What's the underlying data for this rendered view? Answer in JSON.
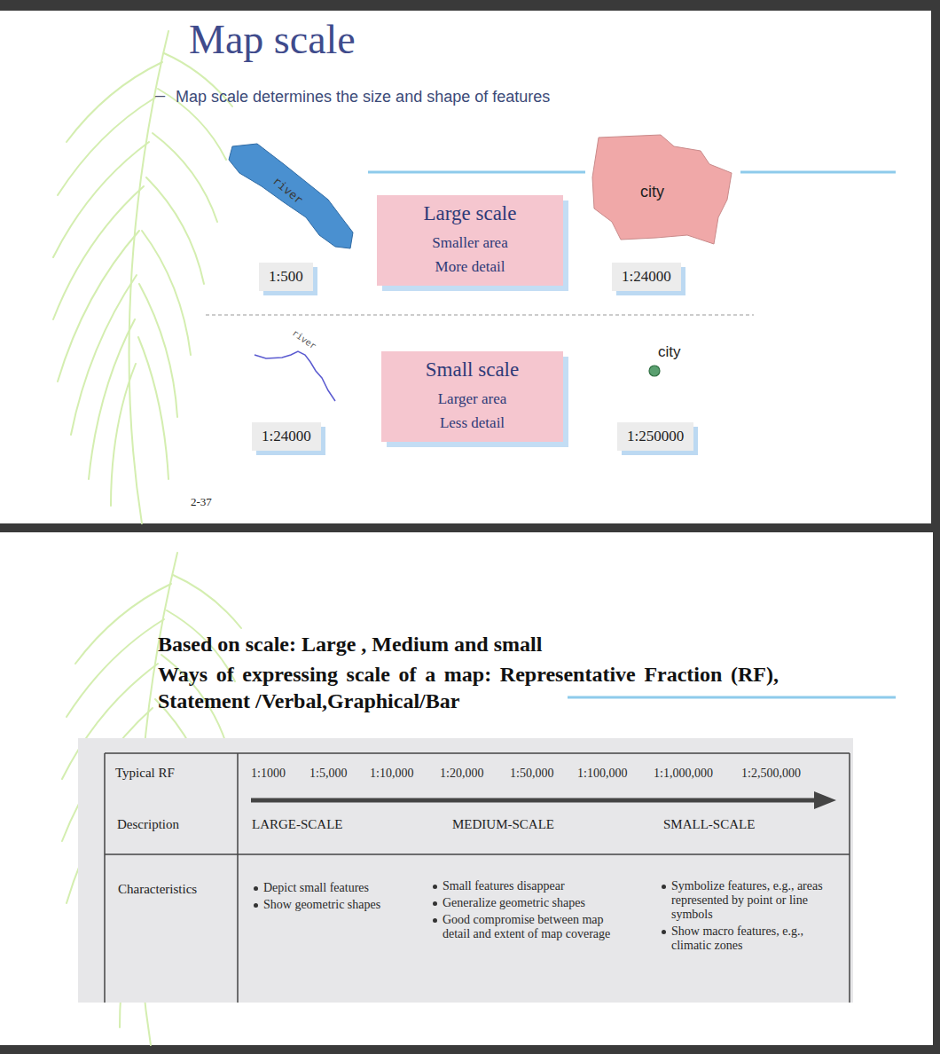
{
  "diagram": {
    "title": "Map scale",
    "nodes": [
      {
        "text": [
          "river"
        ]
      },
      {
        "text": [
          "1:500"
        ]
      },
      {
        "text": [
          "Large scale",
          "Smaller area",
          "More detail"
        ]
      },
      {
        "text": [
          "city"
        ]
      },
      {
        "text": [
          "1:24000"
        ]
      },
      {
        "text": [
          "Small scale",
          "Larger area",
          "Less detail"
        ]
      },
      {
        "text": [
          "1:24000"
        ]
      },
      {
        "text": [
          "1:250000"
        ]
      }
    ],
    "labels": [
      "–",
      "Map scale determines the size and shape of features",
      "river",
      "city",
      "2-37",
      "Based on scale: Large , Medium and small",
      "Ways of expressing scale of a map: Representative Fraction (RF), Statement /Verbal,Graphical/Bar",
      "Typical RF",
      "1:1000",
      "1:5,000",
      "1:10,000",
      "1:20,000",
      "1:50,000",
      "1:100,000",
      "1:1,000,000",
      "1:2,500,000",
      "Description",
      "LARGE-SCALE",
      "MEDIUM-SCALE",
      "SMALL-SCALE",
      "Characteristics",
      "Depict small features",
      "Show geometric shapes",
      "Small features disappear",
      "Generalize geometric shapes",
      "Good compromise between map detail and extent of map coverage",
      "Symbolize features, e.g., areas represented by point or line symbols",
      "Show macro features, e.g., climatic zones"
    ]
  }
}
